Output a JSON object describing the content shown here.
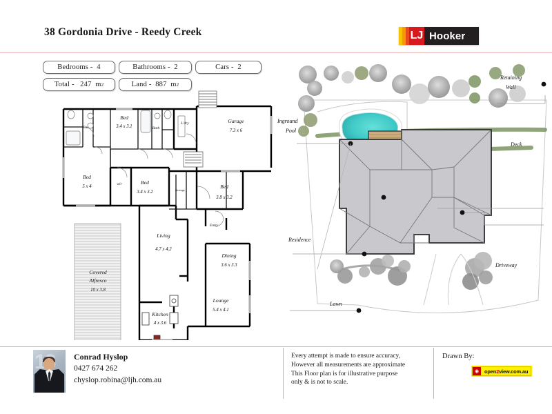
{
  "header": {
    "title": "38 Gordonia  Drive - Reedy Creek",
    "logo": {
      "mark": "LJ",
      "name": "Hooker"
    }
  },
  "info_pills": [
    {
      "id": "bedrooms",
      "label": "Bedrooms -",
      "value": "4"
    },
    {
      "id": "bathrooms",
      "label": "Bathrooms -",
      "value": "2"
    },
    {
      "id": "cars",
      "label": "Cars -",
      "value": "2"
    },
    {
      "id": "total",
      "label": "Total -",
      "value": "247",
      "unit": "m",
      "sup": "2"
    },
    {
      "id": "land",
      "label": "Land -",
      "value": "887",
      "unit": "m",
      "sup": "2"
    }
  ],
  "floorplan": {
    "rooms": [
      {
        "name": "Ens.",
        "dim": ""
      },
      {
        "name": "Bed",
        "dim": "3.4 x 3.1"
      },
      {
        "name": "Bath",
        "dim": ""
      },
      {
        "name": "L'dry",
        "dim": ""
      },
      {
        "name": "Garage",
        "dim": "7.3 x 6"
      },
      {
        "name": "Bed",
        "dim": "5 x 4"
      },
      {
        "name": "wir",
        "dim": ""
      },
      {
        "name": "Bed",
        "dim": "3.4 x 3.2"
      },
      {
        "name": "Storage",
        "dim": ""
      },
      {
        "name": "Bed",
        "dim": "3.8 x 3.2"
      },
      {
        "name": "Entry",
        "dim": ""
      },
      {
        "name": "Living",
        "dim": "4.7 x 4.2"
      },
      {
        "name": "Covered Alfresco",
        "dim": "10 x 3.8"
      },
      {
        "name": "Dining",
        "dim": "3.6 x 3.3"
      },
      {
        "name": "Kitchen",
        "dim": "4 x 3.6"
      },
      {
        "name": "Lounge",
        "dim": "5.4 x 4.1"
      }
    ],
    "labels": {
      "ens": "Ens.",
      "bath": "Bath",
      "ldry": "L'dry",
      "garage": "Garage",
      "garage_dim": "7.3 x 6",
      "bed1": "Bed",
      "bed1_dim": "3.4 x 3.1",
      "bed2": "Bed",
      "bed2_dim": "5 x 4",
      "wir": "wir",
      "bed3": "Bed",
      "bed3_dim": "3.4 x 3.2",
      "storage": "Storage",
      "bed4": "Bed",
      "bed4_dim": "3.8 x 3.2",
      "entry": "Entry",
      "living": "Living",
      "living_dim": "4.7 x 4.2",
      "alfresco1": "Covered",
      "alfresco2": "Alfresco",
      "alfresco_dim": "10 x 3.8",
      "dining": "Dining",
      "dining_dim": "3.6 x 3.3",
      "kitchen": "Kitchen",
      "kitchen_dim": "4 x 3.6",
      "lounge": "Lounge",
      "lounge_dim": "5.4 x 4.1"
    }
  },
  "siteplan": {
    "labels": {
      "retaining_wall_1": "Retaining",
      "retaining_wall_2": "Wall",
      "inground_pool_1": "Inground",
      "inground_pool_2": "Pool",
      "deck": "Deck",
      "residence": "Residence",
      "lawn": "Lawn",
      "driveway": "Driveway"
    },
    "colors": {
      "pool": "#3fc9c6",
      "roof": "#c9c9cd",
      "deck": "#cbab7c",
      "foliage": "#9a9a9a",
      "hedge": "#7d9462"
    }
  },
  "footer": {
    "agent": {
      "name": "Conrad Hyslop",
      "phone": "0427 674 262",
      "email": "chyslop.robina@ljh.com.au"
    },
    "disclaimer": [
      "Every attempt is made to ensure accuracy,",
      "However all measurements are approximate",
      "This Floor plan is for illustrative purpose",
      "only & is not to scale."
    ],
    "drawn_by_label": "Drawn By:",
    "drawn_by_brand": {
      "pre": "open",
      "mid": "2",
      "post": "view.com.au"
    }
  }
}
